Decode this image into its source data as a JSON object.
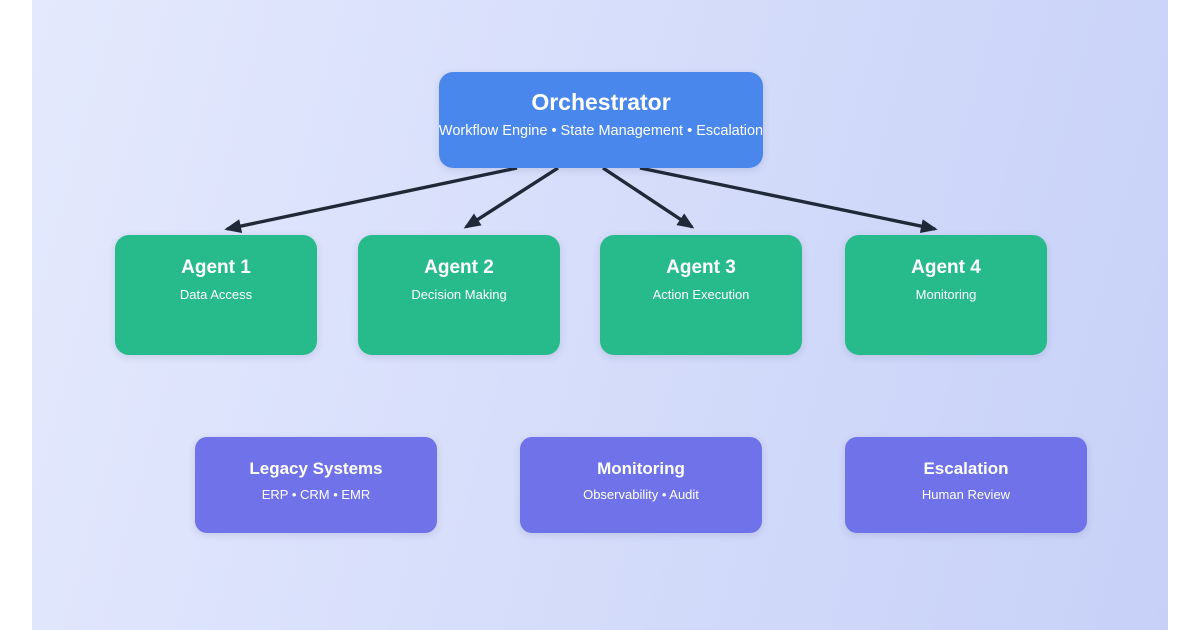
{
  "colors": {
    "page-bg": "#ffffff",
    "canvas-grad-start": "#e4e9fd",
    "canvas-grad-end": "#c7d1f8",
    "orchestrator": "#4a87ec",
    "agent": "#27bb8b",
    "system": "#6f72e8",
    "arrow": "#1f2937",
    "text": "#ffffff"
  },
  "orchestrator": {
    "title": "Orchestrator",
    "subtitle": "Workflow Engine • State Management • Escalation"
  },
  "agents": [
    {
      "title": "Agent 1",
      "subtitle": "Data Access"
    },
    {
      "title": "Agent 2",
      "subtitle": "Decision Making"
    },
    {
      "title": "Agent 3",
      "subtitle": "Action Execution"
    },
    {
      "title": "Agent 4",
      "subtitle": "Monitoring"
    }
  ],
  "systems": [
    {
      "title": "Legacy Systems",
      "subtitle": "ERP • CRM • EMR"
    },
    {
      "title": "Monitoring",
      "subtitle": "Observability • Audit"
    },
    {
      "title": "Escalation",
      "subtitle": "Human Review"
    }
  ]
}
